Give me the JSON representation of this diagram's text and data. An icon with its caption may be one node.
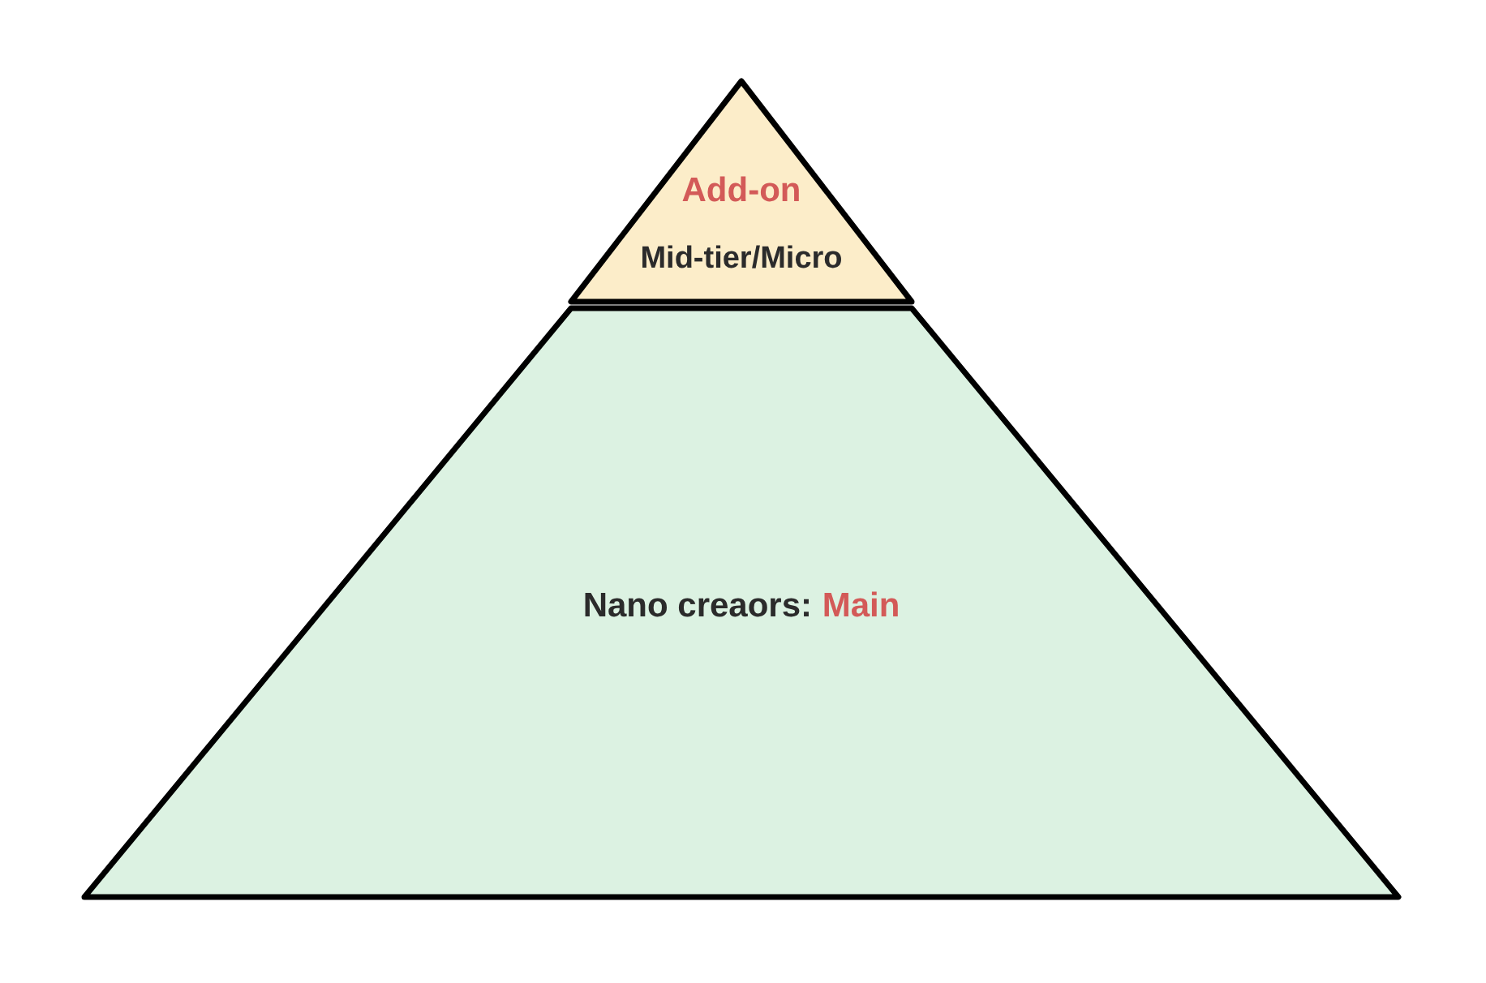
{
  "diagram": {
    "nodes": [
      {
        "text": [
          "Add-on",
          "Mid-tier/Micro"
        ]
      },
      {
        "text": [
          "Nano creaors:",
          "Main"
        ]
      }
    ]
  }
}
